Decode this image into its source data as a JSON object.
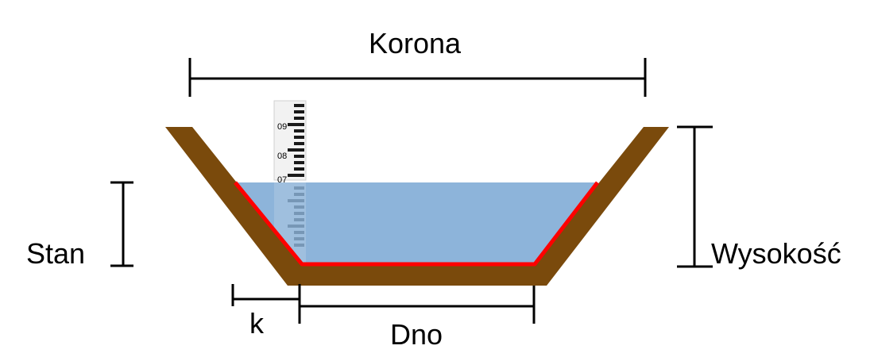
{
  "labels": {
    "top": "Korona",
    "left": "Stan",
    "right": "Wysokość",
    "bottom": "Dno",
    "slope": "k"
  },
  "gauge": {
    "numbers": [
      "09",
      "08",
      "07"
    ]
  },
  "colors": {
    "channel": "#7a4a0c",
    "water": "#8db4da",
    "wetted_perimeter": "#ff0000",
    "lines": "#000000",
    "gauge_face": "#f2f2f2",
    "gauge_ticks": "#1a1a1a"
  }
}
